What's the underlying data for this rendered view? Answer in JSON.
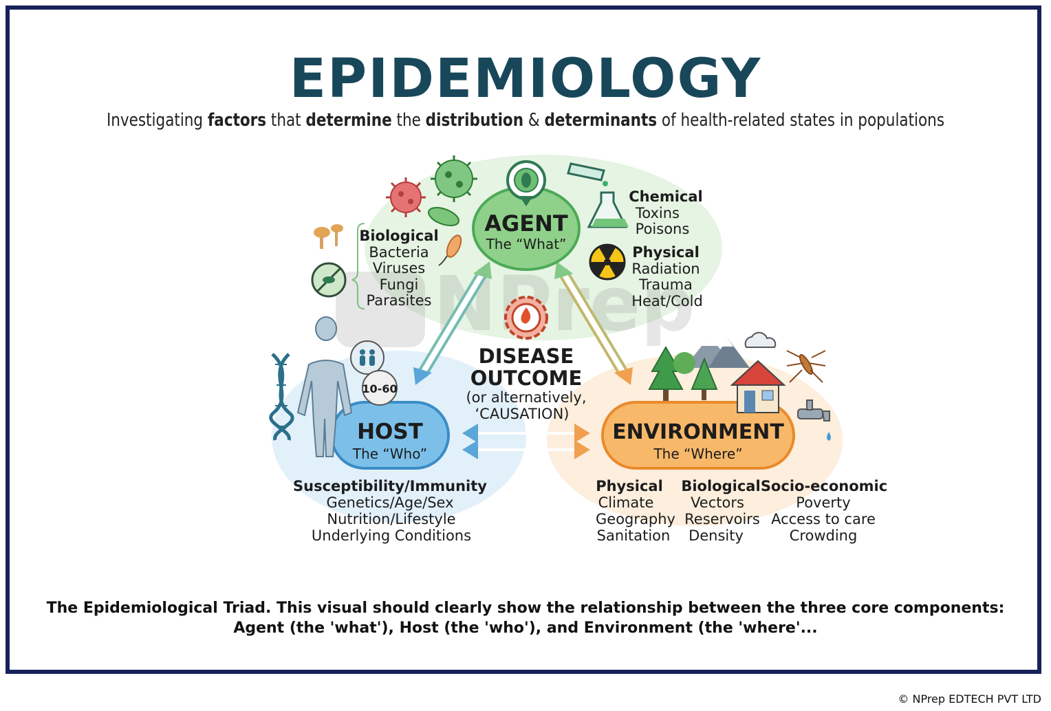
{
  "title": "EPIDEMIOLOGY",
  "subtitle": {
    "parts": [
      {
        "text": "Investigating ",
        "bold": false
      },
      {
        "text": "factors",
        "bold": true
      },
      {
        "text": " that ",
        "bold": false
      },
      {
        "text": "determine",
        "bold": true
      },
      {
        "text": " the ",
        "bold": false
      },
      {
        "text": "distribution",
        "bold": true
      },
      {
        "text": " & ",
        "bold": false
      },
      {
        "text": "determinants",
        "bold": true
      },
      {
        "text": " of health-related states in populations",
        "bold": false
      }
    ]
  },
  "agent": {
    "title": "AGENT",
    "subtitle": "The “What”",
    "biological": {
      "heading": "Biological",
      "items": [
        "Bacteria",
        "Viruses",
        "Fungi",
        "Parasites"
      ]
    },
    "chemical": {
      "heading": "Chemical",
      "items": [
        "Toxins",
        "Poisons"
      ]
    },
    "physical": {
      "heading": "Physical",
      "items": [
        "Radiation",
        "Trauma",
        "Heat/Cold"
      ]
    }
  },
  "host": {
    "title": "HOST",
    "subtitle": "The “Who”",
    "age_badge": "10-60",
    "factors": {
      "heading": "Susceptibility/Immunity",
      "items": [
        "Genetics/Age/Sex",
        "Nutrition/Lifestyle",
        "Underlying Conditions"
      ]
    }
  },
  "environment": {
    "title": "ENVIRONMENT",
    "subtitle": "The “Where”",
    "physical": {
      "heading": "Physical",
      "items": [
        "Climate",
        "Geography",
        "Sanitation"
      ]
    },
    "biological": {
      "heading": "Biological",
      "items": [
        "Vectors",
        "Reservoirs",
        "Density"
      ]
    },
    "socioeconomic": {
      "heading": "Socio-economic",
      "items": [
        "Poverty",
        "Access to care",
        "Crowding"
      ]
    }
  },
  "center": {
    "line1": "DISEASE",
    "line2": "OUTCOME",
    "line3": "(or alternatively,",
    "line4": "‘CAUSATION)"
  },
  "watermark": "NPrep",
  "caption": "The Epidemiological Triad. This visual should clearly show the relationship between the three core components: Agent (the 'what'), Host (the 'who'), and Environment (the 'where'...",
  "copyright": "© NPrep EDTECH PVT LTD",
  "colors": {
    "title": "#18475a",
    "frame": "#17215a",
    "agent": "#7fcf83",
    "host": "#6bb8e6",
    "environment": "#f6b567"
  }
}
